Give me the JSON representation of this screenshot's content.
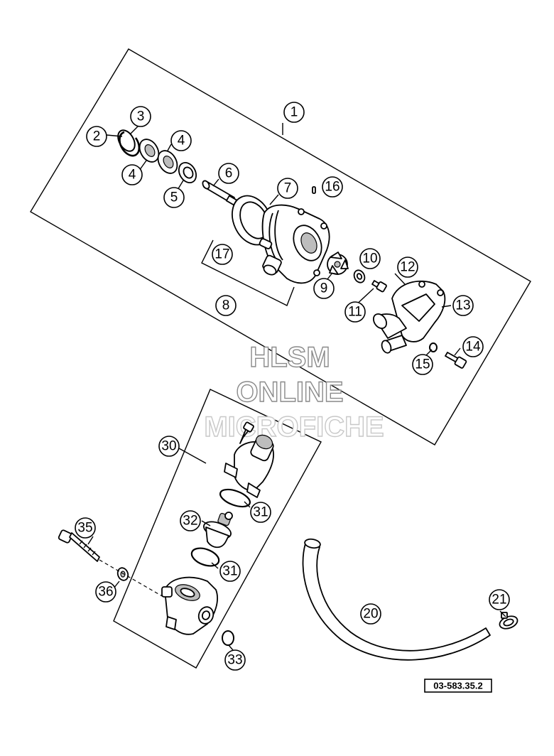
{
  "watermark": {
    "line1": "HLSM",
    "line2": "ONLINE",
    "line3": "MICROFICHE"
  },
  "reference_code": "03-583.35.2",
  "callouts": [
    {
      "id": "c1",
      "label": "1"
    },
    {
      "id": "c2",
      "label": "2"
    },
    {
      "id": "c3",
      "label": "3"
    },
    {
      "id": "c4a",
      "label": "4"
    },
    {
      "id": "c4b",
      "label": "4"
    },
    {
      "id": "c5",
      "label": "5"
    },
    {
      "id": "c6",
      "label": "6"
    },
    {
      "id": "c7",
      "label": "7"
    },
    {
      "id": "c8",
      "label": "8"
    },
    {
      "id": "c9",
      "label": "9"
    },
    {
      "id": "c10",
      "label": "10"
    },
    {
      "id": "c11",
      "label": "11"
    },
    {
      "id": "c12",
      "label": "12"
    },
    {
      "id": "c13",
      "label": "13"
    },
    {
      "id": "c14",
      "label": "14"
    },
    {
      "id": "c15",
      "label": "15"
    },
    {
      "id": "c16",
      "label": "16"
    },
    {
      "id": "c17",
      "label": "17"
    },
    {
      "id": "c20",
      "label": "20"
    },
    {
      "id": "c21",
      "label": "21"
    },
    {
      "id": "c30",
      "label": "30"
    },
    {
      "id": "c31a",
      "label": "31"
    },
    {
      "id": "c31b",
      "label": "31"
    },
    {
      "id": "c32",
      "label": "32"
    },
    {
      "id": "c33",
      "label": "33"
    },
    {
      "id": "c35",
      "label": "35"
    },
    {
      "id": "c36",
      "label": "36"
    }
  ]
}
